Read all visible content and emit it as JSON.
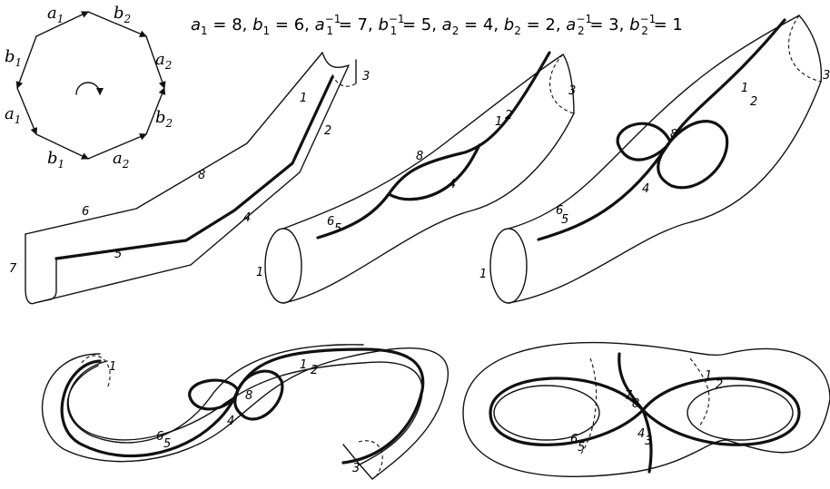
{
  "polygon": {
    "edges": [
      {
        "base": "a",
        "sub": "1"
      },
      {
        "base": "b",
        "sub": "2"
      },
      {
        "base": "a",
        "sub": "2"
      },
      {
        "base": "b",
        "sub": "2"
      },
      {
        "base": "a",
        "sub": "2"
      },
      {
        "base": "b",
        "sub": "1"
      },
      {
        "base": "a",
        "sub": "1"
      },
      {
        "base": "b",
        "sub": "1"
      }
    ]
  },
  "equation": [
    {
      "base": "a",
      "sub": "1",
      "sup": "",
      "value": "8"
    },
    {
      "base": "b",
      "sub": "1",
      "sup": "",
      "value": "6"
    },
    {
      "base": "a",
      "sub": "1",
      "sup": "−1",
      "value": "7"
    },
    {
      "base": "b",
      "sub": "1",
      "sup": "−1",
      "value": "5"
    },
    {
      "base": "a",
      "sub": "2",
      "sup": "",
      "value": "4"
    },
    {
      "base": "b",
      "sub": "2",
      "sup": "",
      "value": "2"
    },
    {
      "base": "a",
      "sub": "2",
      "sup": "−1",
      "value": "3"
    },
    {
      "base": "b",
      "sub": "2",
      "sup": "−1",
      "value": "1"
    }
  ],
  "panels": {
    "p1": [
      "1",
      "3",
      "2",
      "8",
      "6",
      "4",
      "5",
      "7"
    ],
    "p2": [
      "3",
      "1",
      "2",
      "8",
      "4",
      "6",
      "5",
      "1"
    ],
    "p3": [
      "3",
      "1",
      "2",
      "8",
      "4",
      "6",
      "5",
      "1"
    ],
    "p4": [
      "1",
      "1",
      "2",
      "8",
      "4",
      "6",
      "5",
      "3"
    ],
    "p5": [
      "1",
      "2",
      "7",
      "8",
      "4",
      "3",
      "6",
      "5"
    ]
  }
}
